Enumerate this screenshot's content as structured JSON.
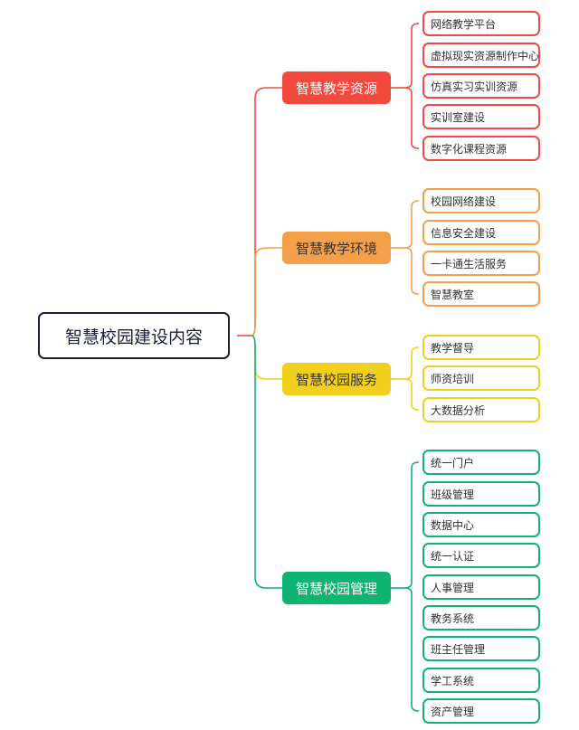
{
  "root": {
    "label": "智慧校园建设内容"
  },
  "branches": [
    {
      "label": "智慧教学资源",
      "color": "#f24a3d",
      "text_color": "#ffffff",
      "leaves": [
        "网络教学平台",
        "虚拟现实资源制作中心",
        "仿真实习实训资源",
        "实训室建设",
        "数字化课程资源"
      ]
    },
    {
      "label": "智慧教学环境",
      "color": "#f4a04a",
      "text_color": "#333333",
      "leaves": [
        "校园网络建设",
        "信息安全建设",
        "一卡通生活服务",
        "智慧教室"
      ]
    },
    {
      "label": "智慧校园服务",
      "color": "#f2cf1d",
      "text_color": "#333333",
      "leaves": [
        "教学督导",
        "师资培训",
        "大数据分析"
      ]
    },
    {
      "label": "智慧校园管理",
      "color": "#0fb472",
      "text_color": "#ffffff",
      "leaves": [
        "统一门户",
        "班级管理",
        "数据中心",
        "统一认证",
        "人事管理",
        "教务系统",
        "班主任管理",
        "学工系统",
        "资产管理"
      ]
    }
  ]
}
